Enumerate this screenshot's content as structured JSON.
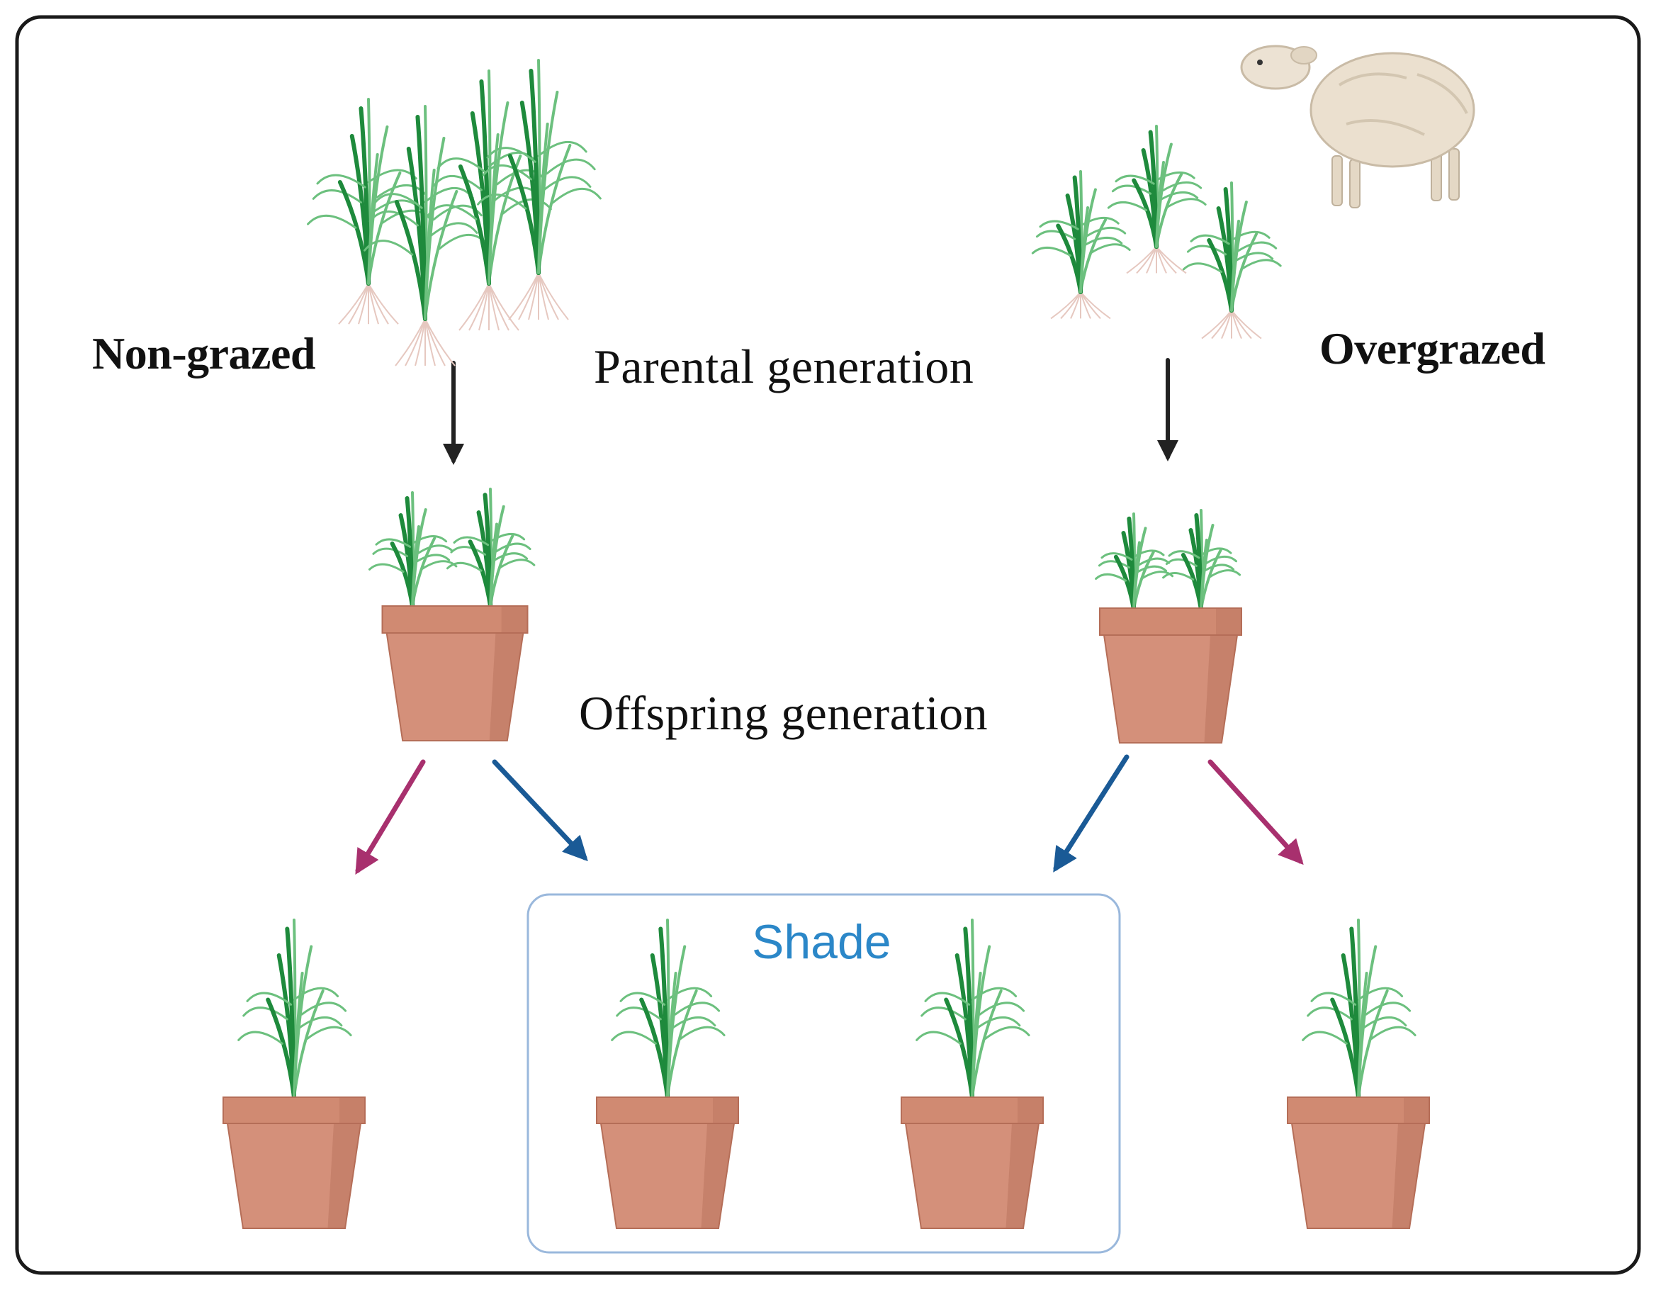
{
  "labels": {
    "non_grazed": "Non-grazed",
    "overgrazed": "Overgrazed",
    "parental": "Parental generation",
    "offspring": "Offspring generation",
    "shade": "Shade"
  },
  "colors": {
    "frame": "#1a1a1a",
    "grass": "#1e8a3c",
    "grass_light": "#6cc07e",
    "pot": "#d4907a",
    "pot_rim": "#d08a72",
    "pot_dark": "#b56e58",
    "arrow_black": "#222222",
    "arrow_magenta": "#a8306e",
    "arrow_blue": "#1a5a96",
    "shade_box": "#9ab8dc",
    "shade_text": "#2b87c8",
    "sheep": "#e8dccb"
  },
  "icons": [
    "sheep-icon",
    "grass-icon",
    "pot-icon",
    "arrow-icon"
  ]
}
